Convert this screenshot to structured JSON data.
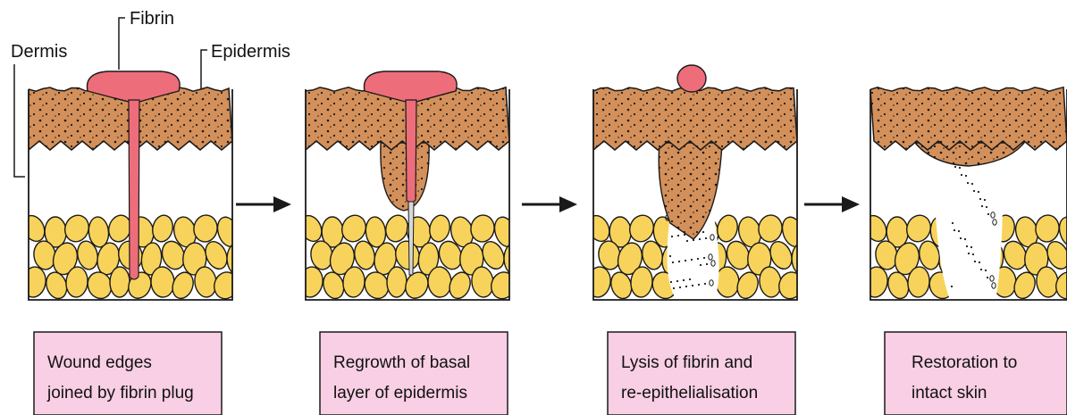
{
  "labels": {
    "dermis": "Dermis",
    "fibrin": "Fibrin",
    "epidermis": "Epidermis"
  },
  "stages": [
    {
      "id": "stage-1",
      "caption_lines": [
        "Wound edges",
        "joined by fibrin plug"
      ]
    },
    {
      "id": "stage-2",
      "caption_lines": [
        "Regrowth of basal",
        "layer of epidermis"
      ]
    },
    {
      "id": "stage-3",
      "caption_lines": [
        "Lysis of fibrin and",
        "re-epithelialisation"
      ]
    },
    {
      "id": "stage-4",
      "caption_lines": [
        "Restoration to",
        "intact skin"
      ]
    }
  ],
  "colors": {
    "epidermis": "#d4905a",
    "fibrin": "#ee6d7a",
    "fat": "#f7d35c",
    "caption_bg": "#f8cfe4",
    "outline": "#1a1a1a"
  }
}
